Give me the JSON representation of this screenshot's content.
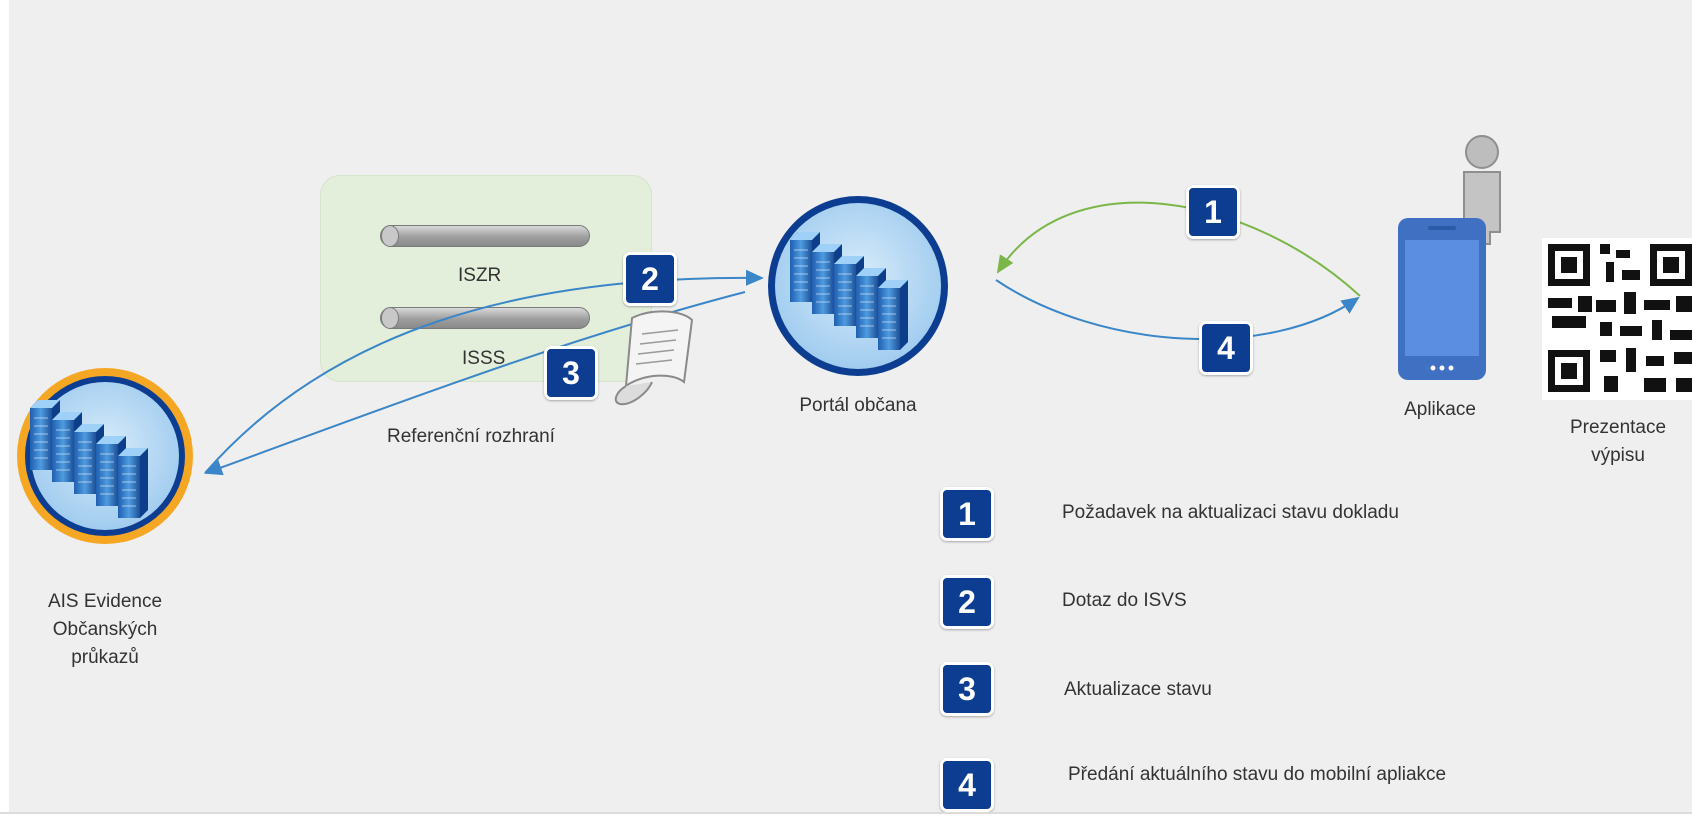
{
  "diagram": {
    "ref_interface": {
      "pipe1_label": "ISZR",
      "pipe2_label": "ISSS",
      "caption": "Referenční rozhraní"
    },
    "nodes": {
      "ais_lines": [
        "AIS Evidence",
        "Občanských",
        "průkazů"
      ],
      "portal": "Portál občana",
      "app": "Aplikace",
      "presentation_lines": [
        "Prezentace",
        "výpisu"
      ]
    },
    "badges": [
      "1",
      "2",
      "3",
      "4"
    ],
    "legend": [
      {
        "num": "1",
        "text": "Požadavek na aktualizaci stavu dokladu"
      },
      {
        "num": "2",
        "text": "Dotaz do ISVS"
      },
      {
        "num": "3",
        "text": "Aktualizace stavu"
      },
      {
        "num": "4",
        "text": "Předání aktuálního stavu do mobilní apliakce"
      }
    ],
    "colors": {
      "badge": "#0c3d91",
      "arrow_blue": "#3a86c8",
      "arrow_green": "#7ab648",
      "server_ring_orange": "#f5a623",
      "server_ring_navy": "#0c3d91",
      "server_fill": "#bcdcf5",
      "phone": "#4a7fd0",
      "ref_box": "#e3eedb"
    },
    "icons": [
      "server-cluster-icon",
      "mobile-phone-icon",
      "person-icon",
      "qr-code-icon",
      "document-scroll-icon",
      "pipe-icon"
    ]
  }
}
